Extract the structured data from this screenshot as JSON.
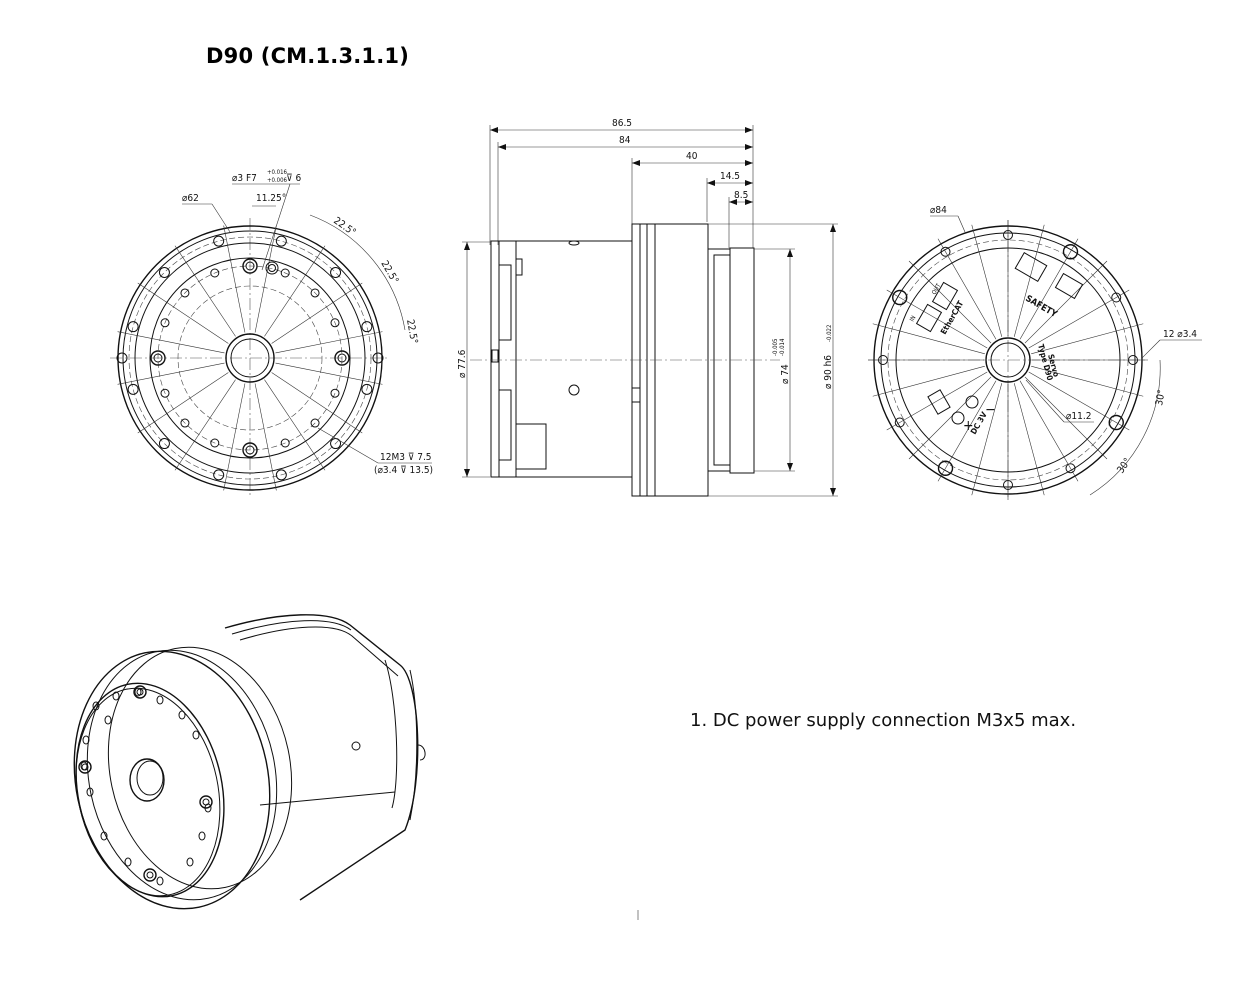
{
  "title": "D90 (CM.1.3.1.1)",
  "note": "1. DC power supply connection M3x5 max.",
  "front_view": {
    "dia_outer": "⌀62",
    "hole_callout": "⌀3 F7",
    "hole_tol_upper": "+0.016",
    "hole_tol_lower": "+0.006",
    "hole_depth": "⊽ 6",
    "offset": "11.25°",
    "angle_1": "22.5°",
    "angle_2": "22.5°",
    "angle_3": "22.5°",
    "thread_callout": "12M3 ⊽ 7.5",
    "thread_drill": "(⌀3.4 ⊽ 13.5)"
  },
  "side_view": {
    "len_total": "86.5",
    "len_84": "84",
    "len_40": "40",
    "len_14_5": "14.5",
    "len_8_5": "8.5",
    "dia_77_6": "⌀ 77.6",
    "dia_74": "⌀ 74",
    "dia_74_tol_upper": "-0.005",
    "dia_74_tol_lower": "-0.014",
    "dia_90": "⌀ 90 h6",
    "dia_90_tol": "-0.022"
  },
  "rear_view": {
    "dia_84": "⌀84",
    "holes": "12 ⌀3.4",
    "bore": "⌀11.2",
    "angle_a": "30°",
    "angle_b": "30°",
    "label_safety": "SAFETY",
    "label_ethercat": "EtherCAT",
    "label_servo": "Servo",
    "label_type": "Type D90",
    "label_dc": "DC 3V",
    "label_in": "IN",
    "label_out": "OUT",
    "label_plus": "+",
    "label_minus": "−"
  }
}
